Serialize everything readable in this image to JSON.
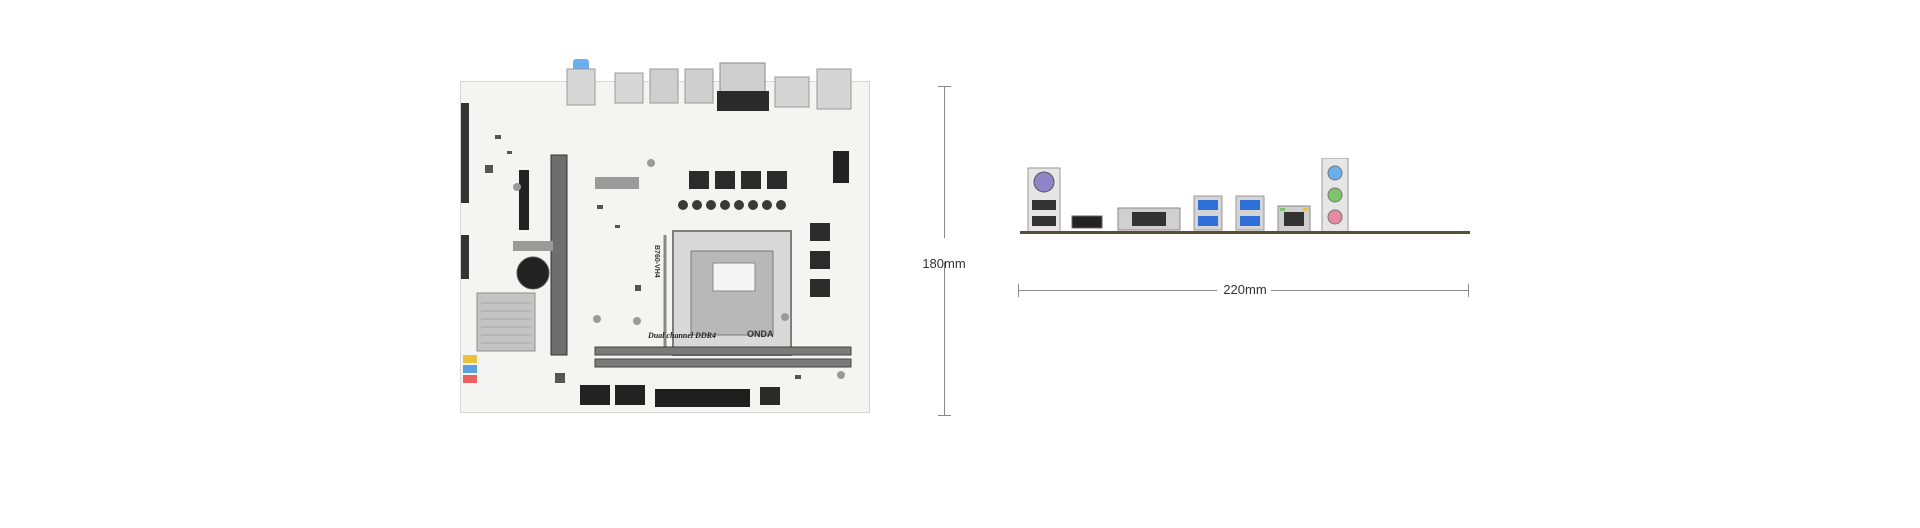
{
  "dimensions": {
    "height_label": "180mm",
    "width_label": "220mm"
  },
  "board": {
    "brand_logo": "ONDA",
    "model_text": "B760-VH4",
    "memory_text": "Dual channel DDR4"
  },
  "io_ports": [
    {
      "name": "ps2-port"
    },
    {
      "name": "usb2-port"
    },
    {
      "name": "hdmi-port"
    },
    {
      "name": "vga-port"
    },
    {
      "name": "usb3-port"
    },
    {
      "name": "usb3-port"
    },
    {
      "name": "lan-port"
    },
    {
      "name": "audio-jacks"
    }
  ],
  "colors": {
    "board": "#f4f4f2",
    "usb3": "#2f6fd8",
    "audio_blue": "#6ab0ea",
    "audio_green": "#7fc46d",
    "audio_pink": "#e88aa0",
    "io_bar": "#5a4d34"
  }
}
